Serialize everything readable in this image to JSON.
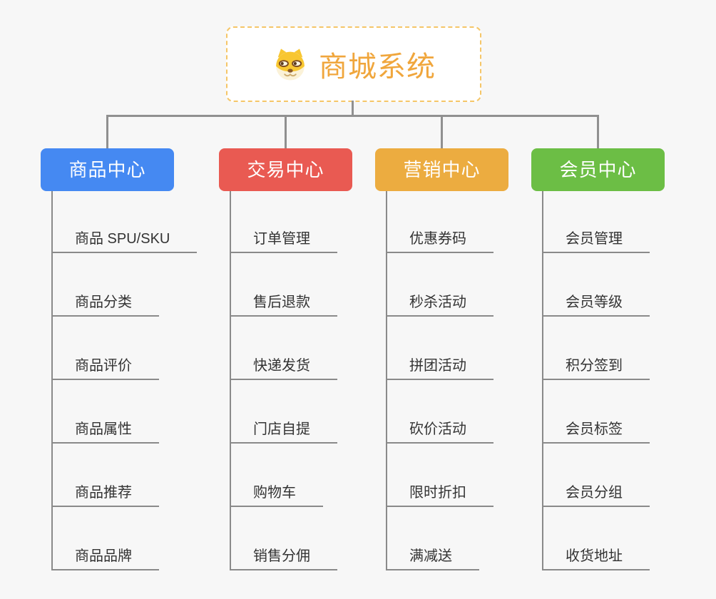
{
  "canvas": {
    "background": "#f7f7f7",
    "connector_color": "#909090",
    "branch_line_color": "#8a8a8a",
    "item_text_color": "#333333"
  },
  "root": {
    "title": "商城系统",
    "icon": "shiba-dog-face",
    "text_color": "#f0a63c",
    "border_color": "#f5c668"
  },
  "categories": [
    {
      "label": "商品中心",
      "color": "#4589f2",
      "items": [
        "商品 SPU/SKU",
        "商品分类",
        "商品评价",
        "商品属性",
        "商品推荐",
        "商品品牌"
      ]
    },
    {
      "label": "交易中心",
      "color": "#e95a52",
      "items": [
        "订单管理",
        "售后退款",
        "快递发货",
        "门店自提",
        "购物车",
        "销售分佣"
      ]
    },
    {
      "label": "营销中心",
      "color": "#ecac40",
      "items": [
        "优惠券码",
        "秒杀活动",
        "拼团活动",
        "砍价活动",
        "限时折扣",
        "满减送"
      ]
    },
    {
      "label": "会员中心",
      "color": "#6cbe45",
      "items": [
        "会员管理",
        "会员等级",
        "积分签到",
        "会员标签",
        "会员分组",
        "收货地址"
      ]
    }
  ]
}
